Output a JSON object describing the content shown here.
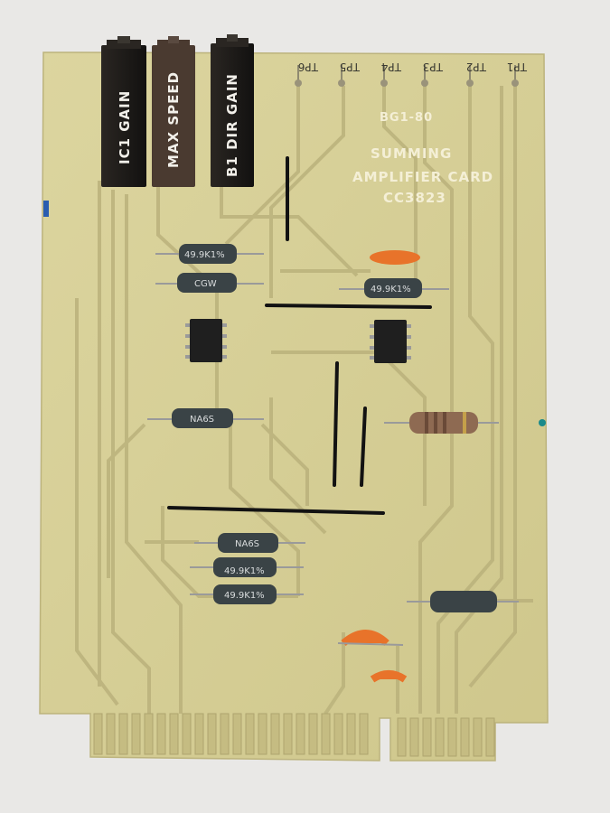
{
  "board": {
    "title_lines": [
      "SUMMING",
      "AMPLIFIER CARD",
      "CC3823"
    ],
    "model_tag": "BG1-80",
    "test_points": [
      "TP1",
      "TP2",
      "TP3",
      "TP4",
      "TP5",
      "TP6"
    ],
    "pots": [
      {
        "label": "IC1 GAIN",
        "color": "#1e1b18"
      },
      {
        "label": "MAX SPEED",
        "color": "#4a3a30"
      },
      {
        "label": "B1 DIR GAIN",
        "color": "#1e1b18"
      }
    ],
    "resistor_markings": [
      "49.9K1%",
      "CGW",
      "NA6S"
    ],
    "colors": {
      "pcb": "#d4cd94",
      "trace": "#b7ae78",
      "resistor_body": "#3a4346",
      "ic": "#1f1f1f",
      "cap": "#e8732a",
      "edge_contact": "#c8bf86"
    }
  }
}
